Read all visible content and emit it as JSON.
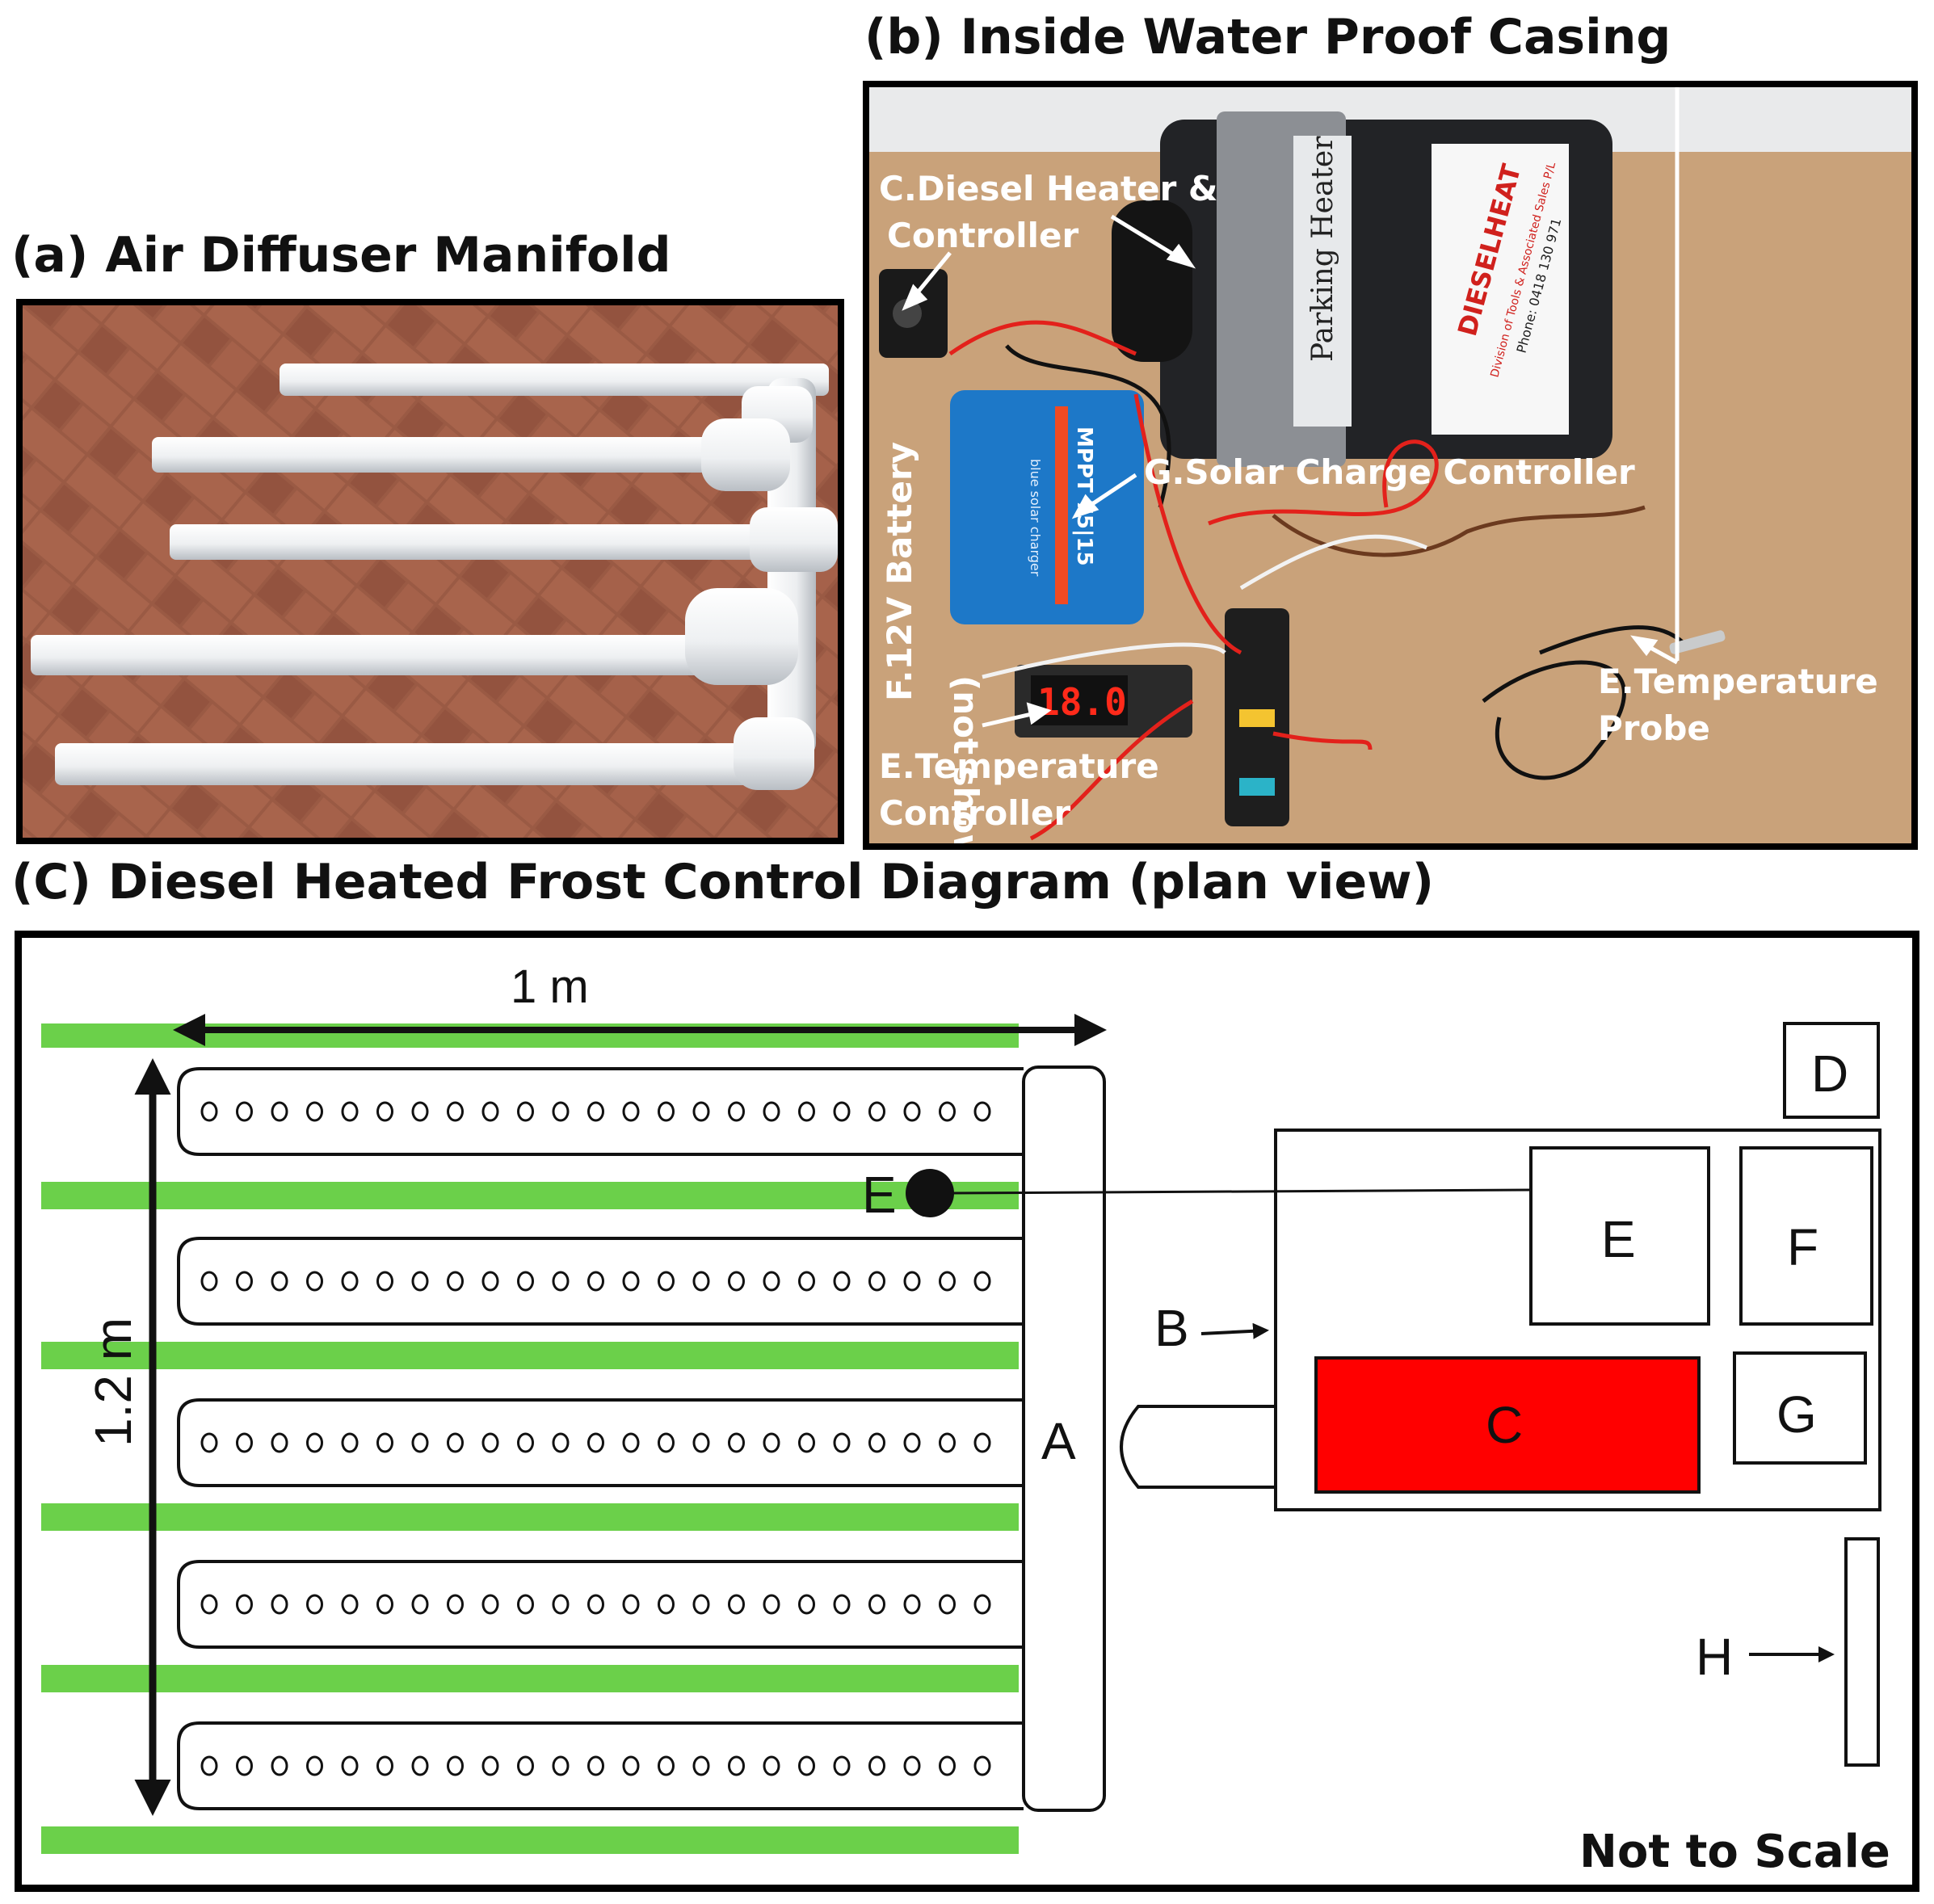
{
  "panel_a": {
    "title": "(a) Air Diffuser Manifold"
  },
  "panel_b": {
    "title": "(b) Inside Water Proof Casing",
    "labels": {
      "diesel_heater_line1": "C.Diesel Heater &",
      "diesel_heater_line2": "Controller",
      "solar_controller": "G.Solar Charge Controller",
      "battery_line1": "F.12V Battery",
      "battery_line2": "(not shown)",
      "temp_controller_line1": "E.Temperature",
      "temp_controller_line2": "Controller",
      "temp_probe_line1": "E.Temperature",
      "temp_probe_line2": "Probe"
    },
    "device_text": {
      "heater_name": "Parking Heater",
      "heater_brand": "DIESELHEAT",
      "heater_brand_sub": "Division of Tools & Associated Sales P/L",
      "heater_phone": "Phone: 0418 130 971",
      "mppt_brand": "blue solar charger",
      "mppt_model": "MPPT 75|15",
      "temp_display": "18.0"
    }
  },
  "panel_c": {
    "title": "(C) Diesel Heated Frost Control Diagram (plan view)",
    "dim_width": "1 m",
    "dim_height": "1.2 m",
    "label_a": "A",
    "label_b": "B",
    "label_c": "C",
    "label_d": "D",
    "label_e": "E",
    "label_e_probe": "E",
    "label_f": "F",
    "label_g": "G",
    "label_h": "H",
    "note": "Not to Scale",
    "colors": {
      "crop_rows": "#6bd04a",
      "heater": "#ff0000"
    }
  }
}
